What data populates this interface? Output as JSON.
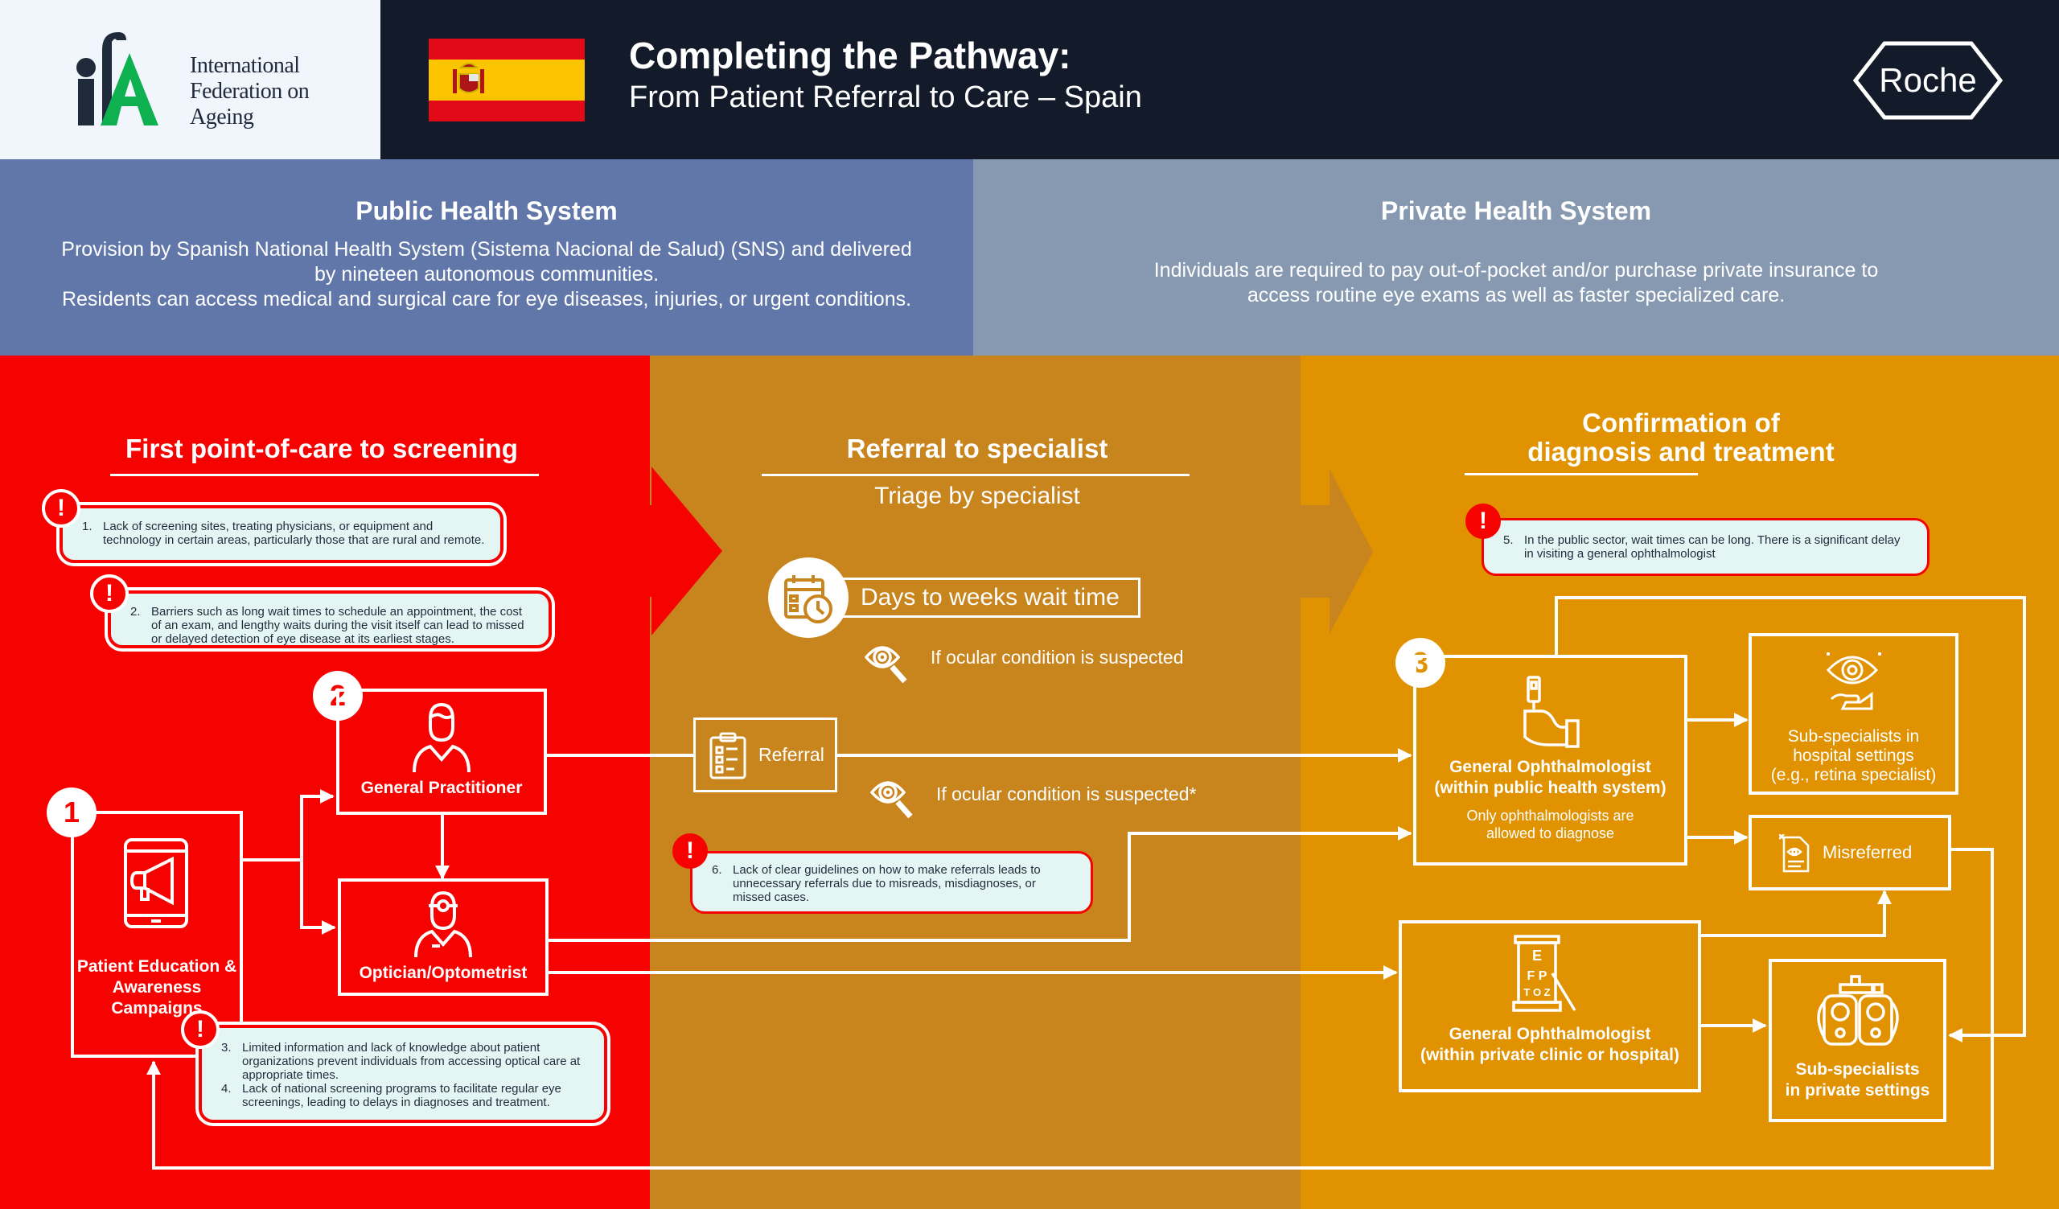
{
  "header": {
    "org_name": "International Federation on Ageing",
    "org_name_lines": [
      "International",
      "Federation on",
      "Ageing"
    ],
    "logo_letters": "ifA",
    "flag_country": "Spain",
    "title": "Completing the Pathway:",
    "subtitle": "From Patient Referral to Care – Spain",
    "sponsor_logo_text": "Roche"
  },
  "systems": {
    "public": {
      "title": "Public Health System",
      "body_lines": [
        "Provision by Spanish National Health System (Sistema Nacional de Salud) (SNS) and delivered",
        "by nineteen autonomous communities.",
        "Residents can access medical and surgical care for eye diseases, injuries, or urgent conditions."
      ]
    },
    "private": {
      "title": "Private Health System",
      "body_lines": [
        "Individuals are required to pay out-of-pocket and/or purchase private insurance to",
        "access routine eye exams as well as faster specialized care."
      ]
    }
  },
  "columns": {
    "screening": {
      "title": "First point-of-care to screening"
    },
    "referral": {
      "title": "Referral to specialist",
      "subtitle": "Triage by specialist"
    },
    "confirmation": {
      "title_lines": [
        "Confirmation of",
        "diagnosis and treatment"
      ]
    }
  },
  "barriers": [
    {
      "num": "1.",
      "text": "Lack of screening sites, treating physicians, or equipment and technology in certain areas, particularly those that are rural and remote."
    },
    {
      "num": "2.",
      "text": "Barriers such as long wait times to schedule an appointment, the cost of an exam, and lengthy waits during the visit itself can lead to missed or delayed detection of eye disease at its earliest stages."
    },
    {
      "num": "3.",
      "text": "Limited information and lack of knowledge about patient organizations prevent individuals from accessing optical care at appropriate times."
    },
    {
      "num": "4.",
      "text": "Lack of national screening programs to facilitate regular eye screenings, leading to delays in diagnoses and treatment."
    },
    {
      "num": "5.",
      "text": "In the public sector, wait times can be long. There is a significant delay in visiting a general ophthalmologist"
    },
    {
      "num": "6.",
      "text": "Lack of clear guidelines on how to make referrals leads to unnecessary referrals due to misreads, misdiagnoses, or missed cases."
    }
  ],
  "alert_symbol": "!",
  "steps": {
    "one": "1",
    "two": "2",
    "three": "3"
  },
  "nodes": {
    "patient_education": {
      "label_lines": [
        "Patient Education &",
        "Awareness Campaigns"
      ],
      "icon": "megaphone-phone-icon"
    },
    "general_practitioner": {
      "label": "General Practitioner",
      "icon": "person-icon"
    },
    "optician": {
      "label": "Optician/Optometrist",
      "icon": "optician-icon"
    },
    "referral": {
      "label": "Referral",
      "icon": "clipboard-icon"
    },
    "wait_time": {
      "label": "Days to weeks wait time",
      "icon": "calendar-clock-icon"
    },
    "suspected_1": {
      "label": "If ocular condition is suspected",
      "icon": "eye-search-icon"
    },
    "suspected_2": {
      "label": "If ocular condition is suspected*",
      "icon": "eye-search-icon"
    },
    "go_public": {
      "label_lines": [
        "General Ophthalmologist",
        "(within public health system)"
      ],
      "note_lines": [
        "Only ophthalmologists are",
        "allowed to diagnose"
      ],
      "icon": "ophthalmoscope-hand-icon"
    },
    "sub_hospital": {
      "label_lines": [
        "Sub-specialists in",
        "hospital settings",
        "(e.g., retina specialist)"
      ],
      "icon": "eye-hand-icon"
    },
    "misreferred": {
      "label": "Misreferred",
      "icon": "document-eye-icon"
    },
    "go_private": {
      "label_lines": [
        "General Ophthalmologist",
        "(within private clinic or hospital)"
      ],
      "icon": "eye-chart-icon",
      "chart_letters": [
        "E",
        "F P",
        "T O Z"
      ]
    },
    "sub_private": {
      "label_lines": [
        "Sub-specialists",
        "in private settings"
      ],
      "icon": "phoropter-icon"
    }
  },
  "colors": {
    "header_bg": "#131a29",
    "logo_panel_bg": "#f1f6fd",
    "public_band": "#6177a9",
    "private_band": "#8699b1",
    "screening_col": "#f60201",
    "referral_col": "#c8841d",
    "confirmation_col": "#e09200",
    "note_fill": "#e4f6f4",
    "logo_green": "#0eb04f",
    "logo_navy": "#1f2a3b"
  }
}
